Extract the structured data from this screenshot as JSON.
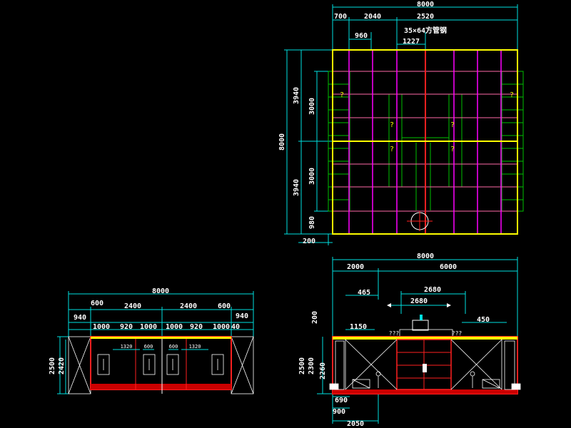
{
  "plan": {
    "top_dims": [
      "8000",
      "700",
      "2040",
      "2520",
      "960",
      "1227"
    ],
    "note": "35×64方管钢",
    "left_dims": [
      "8000",
      "3940",
      "3940",
      "3000",
      "3000",
      "980"
    ],
    "bottom_dim": "200",
    "marks": [
      "?",
      "?",
      "?",
      "?",
      "?",
      "?"
    ]
  },
  "front": {
    "dims_top": [
      "8000",
      "600",
      "2400",
      "2400",
      "600",
      "940",
      "940"
    ],
    "dims_second": [
      "1000",
      "920",
      "1000",
      "1000",
      "920",
      "1000",
      "40"
    ],
    "left_dims": [
      "2500",
      "2420"
    ],
    "inner_dims": [
      "1320",
      "600",
      "600",
      "1320"
    ]
  },
  "side": {
    "dims_top": [
      "8000",
      "2000",
      "6000"
    ],
    "dims_mid": [
      "465",
      "2680",
      "2680",
      "1150",
      "450"
    ],
    "left_dims": [
      "2500",
      "2300",
      "2260",
      "200"
    ],
    "bottom_dims": [
      "690",
      "900",
      "2050"
    ],
    "marks": [
      "???",
      "???"
    ]
  }
}
